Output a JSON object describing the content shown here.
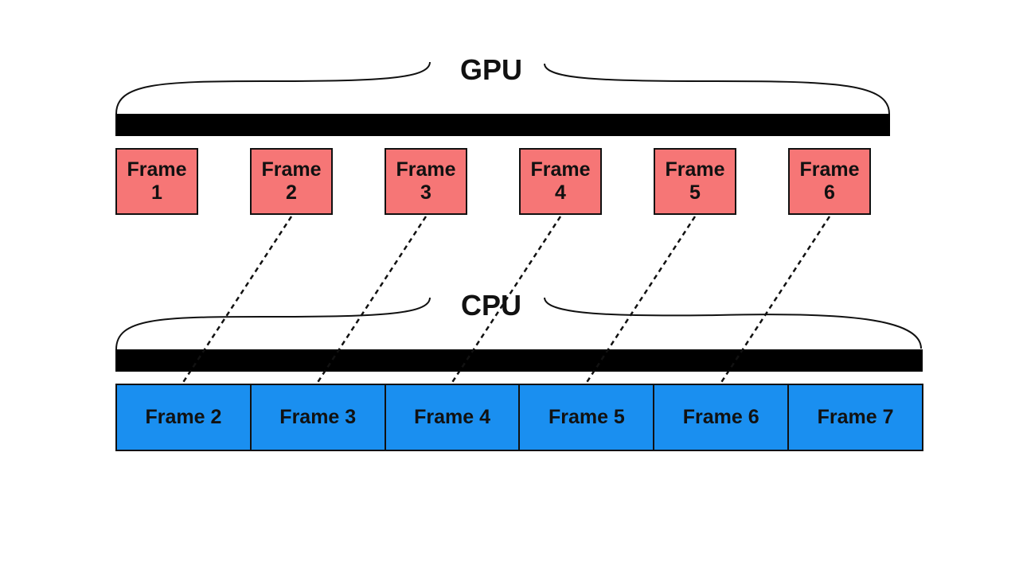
{
  "gpu": {
    "label": "GPU",
    "frames": [
      {
        "word": "Frame",
        "number": "1"
      },
      {
        "word": "Frame",
        "number": "2"
      },
      {
        "word": "Frame",
        "number": "3"
      },
      {
        "word": "Frame",
        "number": "4"
      },
      {
        "word": "Frame",
        "number": "5"
      },
      {
        "word": "Frame",
        "number": "6"
      }
    ]
  },
  "cpu": {
    "label": "CPU",
    "frames": [
      "Frame 2",
      "Frame 3",
      "Frame 4",
      "Frame 5",
      "Frame 6",
      "Frame 7"
    ]
  },
  "colors": {
    "gpu_frame": "#f67676",
    "cpu_frame": "#1a8ff0",
    "bar": "#000000"
  }
}
